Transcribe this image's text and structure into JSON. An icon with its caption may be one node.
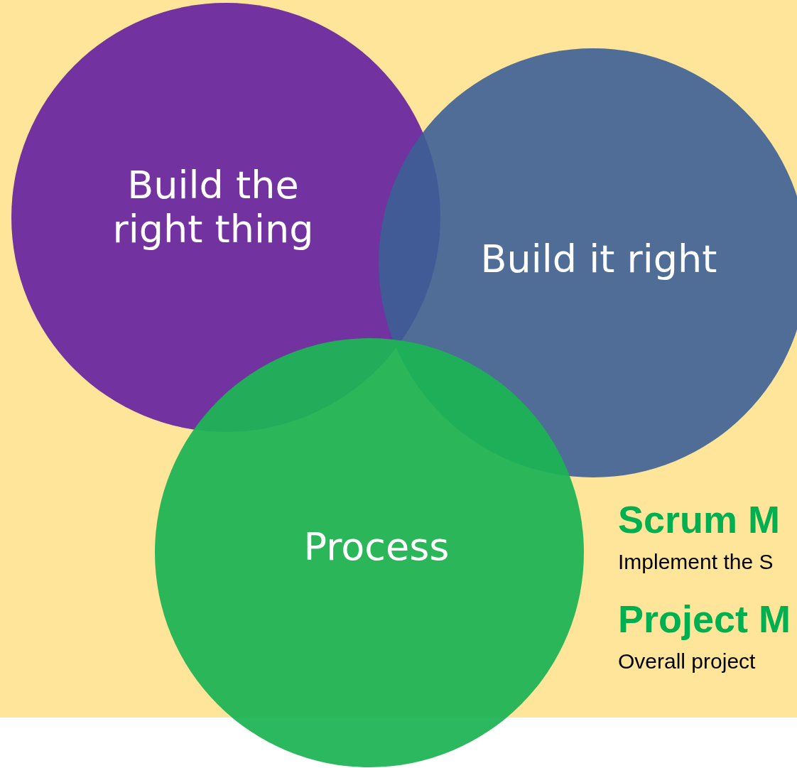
{
  "diagram": {
    "nodes": [
      {
        "text": [
          "Build the right thing"
        ]
      },
      {
        "text": [
          "Build it right"
        ]
      },
      {
        "text": [
          "Process"
        ]
      }
    ],
    "labels": [
      "Scrum M",
      "Implement the S",
      "Project M",
      "Overall project"
    ]
  }
}
